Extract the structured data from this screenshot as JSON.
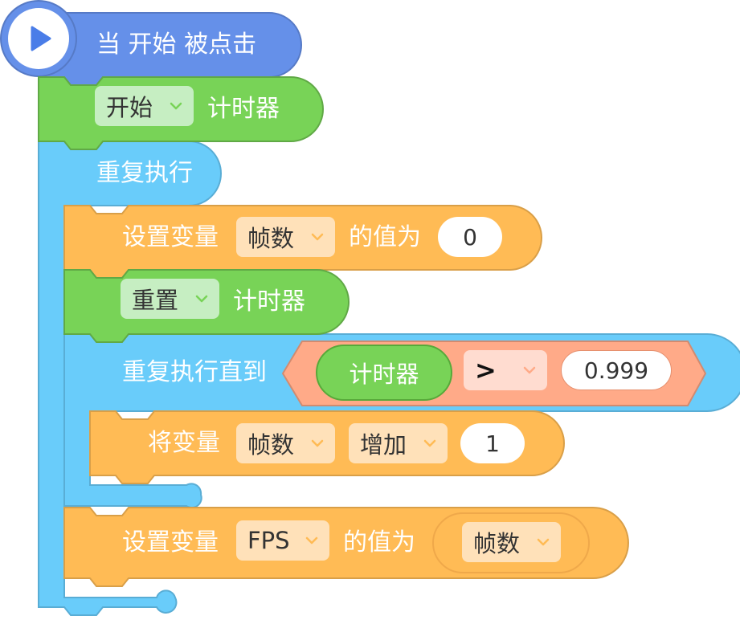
{
  "colors": {
    "event": "#6590e9",
    "timer": "#78d357",
    "control": "#69ccfa",
    "variable": "#ffbb55",
    "operator": "#ffaa88"
  },
  "event_block": {
    "icon": "play-icon",
    "label": "当 开始 被点击"
  },
  "timer_start_block": {
    "dropdown": "开始",
    "label": "计时器"
  },
  "repeat_forever_block": {
    "label": "重复执行"
  },
  "set_var_frames_block": {
    "label": "设置变量",
    "variable": "帧数",
    "suffix": "的值为",
    "value": "0"
  },
  "timer_reset_block": {
    "dropdown": "重置",
    "label": "计时器"
  },
  "repeat_until_block": {
    "label": "重复执行直到",
    "condition": {
      "left": "计时器",
      "operator": ">",
      "right": "0.999"
    }
  },
  "change_var_block": {
    "label": "将变量",
    "variable": "帧数",
    "operation": "增加",
    "value": "1"
  },
  "set_var_fps_block": {
    "label": "设置变量",
    "variable": "FPS",
    "suffix": "的值为",
    "value_variable": "帧数"
  }
}
